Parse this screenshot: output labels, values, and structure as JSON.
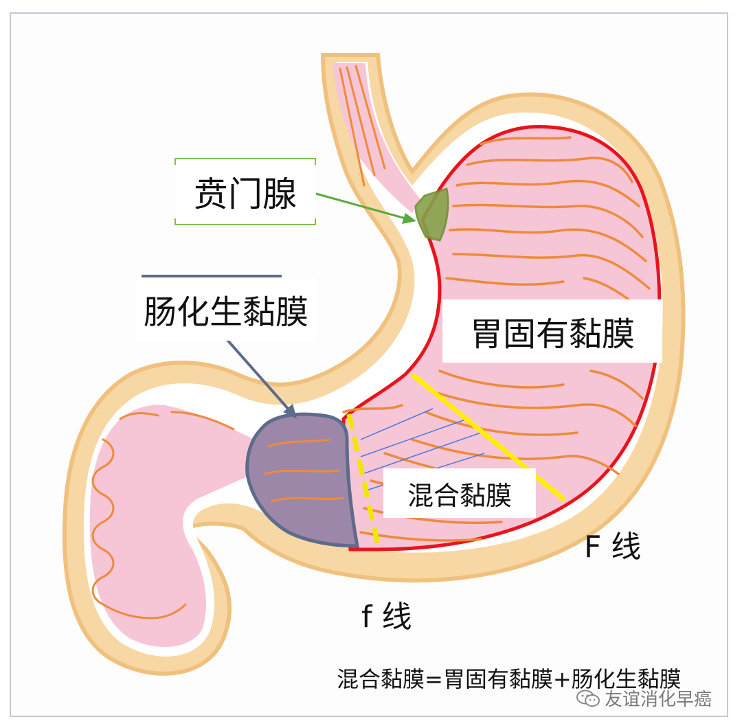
{
  "labels": {
    "cardiac_gland": "贲门腺",
    "intestinal_metaplasia": "肠化生黏膜",
    "fundic_mucosa": "胃固有黏膜",
    "mixed_mucosa": "混合黏膜",
    "F_line": "F 线",
    "f_line": "f 线",
    "formula": "混合黏膜=胃固有黏膜+肠化生黏膜"
  },
  "watermark": {
    "text": "友谊消化早癌",
    "icon": "wechat-icon"
  },
  "colors": {
    "stomach_outer": "#f7d7a4",
    "stomach_mucosa": "#f6c6d7",
    "mucosa_border": "#e8141c",
    "folds": "#ee8a3a",
    "cardiac_region": "#86a24a",
    "cardiac_box": "#7cc24c",
    "metaplasia_region": "#9d87a8",
    "metaplasia_box": "#5e6b8a",
    "F_line": "#ffee00",
    "f_line": "#f2e600",
    "mixed_hatch": "#4d7ad6"
  }
}
